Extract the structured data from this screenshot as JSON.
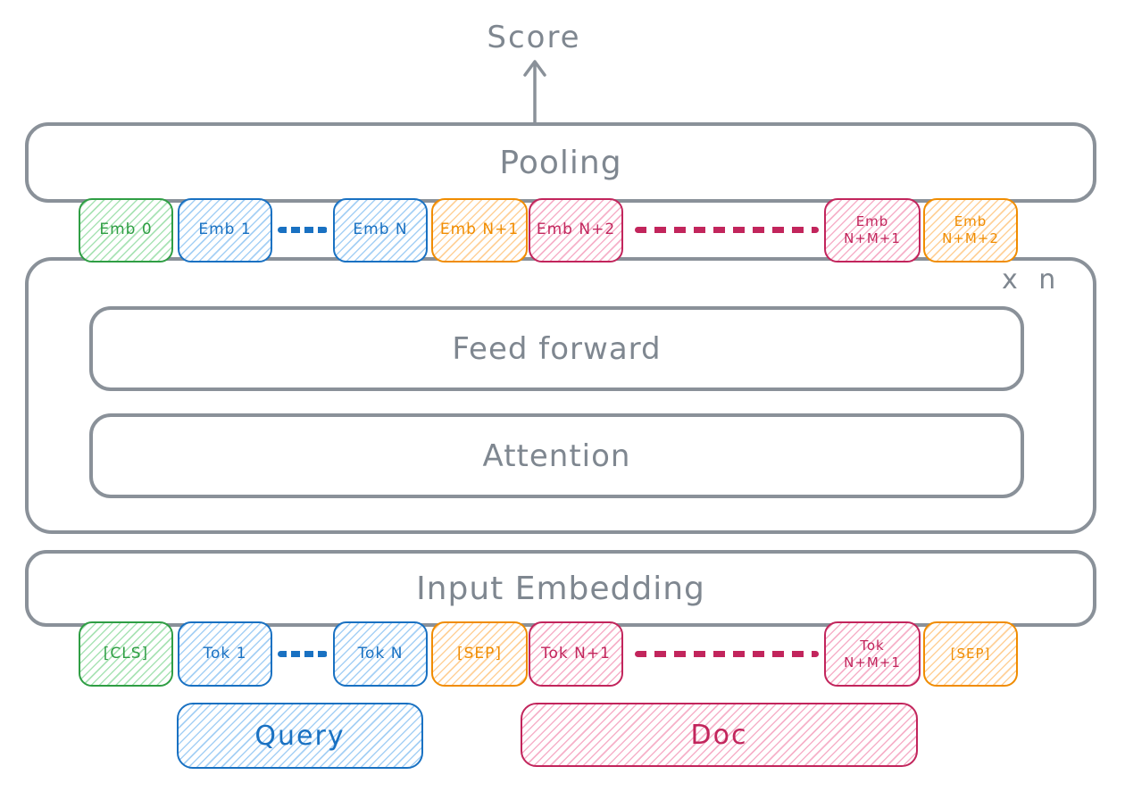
{
  "palette": {
    "gray": "#8a9199",
    "gray_text": "#7f8790",
    "green": "#2f9e44",
    "green_light": "#a9e3b5",
    "blue": "#1971c2",
    "blue_light": "#a5d0f5",
    "orange": "#f08c00",
    "orange_light": "#ffd199",
    "red": "#c2255c",
    "red_light": "#f6b1c9"
  },
  "score": {
    "label": "Score"
  },
  "pooling": {
    "label": "Pooling"
  },
  "transformer": {
    "repeat_label": "x n",
    "feed_forward_label": "Feed forward",
    "attention_label": "Attention"
  },
  "input_embedding": {
    "label": "Input Embedding"
  },
  "emb_row": {
    "chips": [
      {
        "label": "Emb 0",
        "color": "green"
      },
      {
        "label": "Emb 1",
        "color": "blue"
      },
      {
        "label": "Emb N",
        "color": "blue"
      },
      {
        "label": "Emb N+1",
        "color": "orange"
      },
      {
        "label": "Emb N+2",
        "color": "red"
      },
      {
        "label": "Emb\nN+M+1",
        "color": "red"
      },
      {
        "label": "Emb\nN+M+2",
        "color": "orange"
      }
    ]
  },
  "tok_row": {
    "chips": [
      {
        "label": "[CLS]",
        "color": "green"
      },
      {
        "label": "Tok 1",
        "color": "blue"
      },
      {
        "label": "Tok N",
        "color": "blue"
      },
      {
        "label": "[SEP]",
        "color": "orange"
      },
      {
        "label": "Tok N+1",
        "color": "red"
      },
      {
        "label": "Tok\nN+M+1",
        "color": "red"
      },
      {
        "label": "[SEP]",
        "color": "orange"
      }
    ]
  },
  "query": {
    "label": "Query"
  },
  "doc": {
    "label": "Doc"
  }
}
